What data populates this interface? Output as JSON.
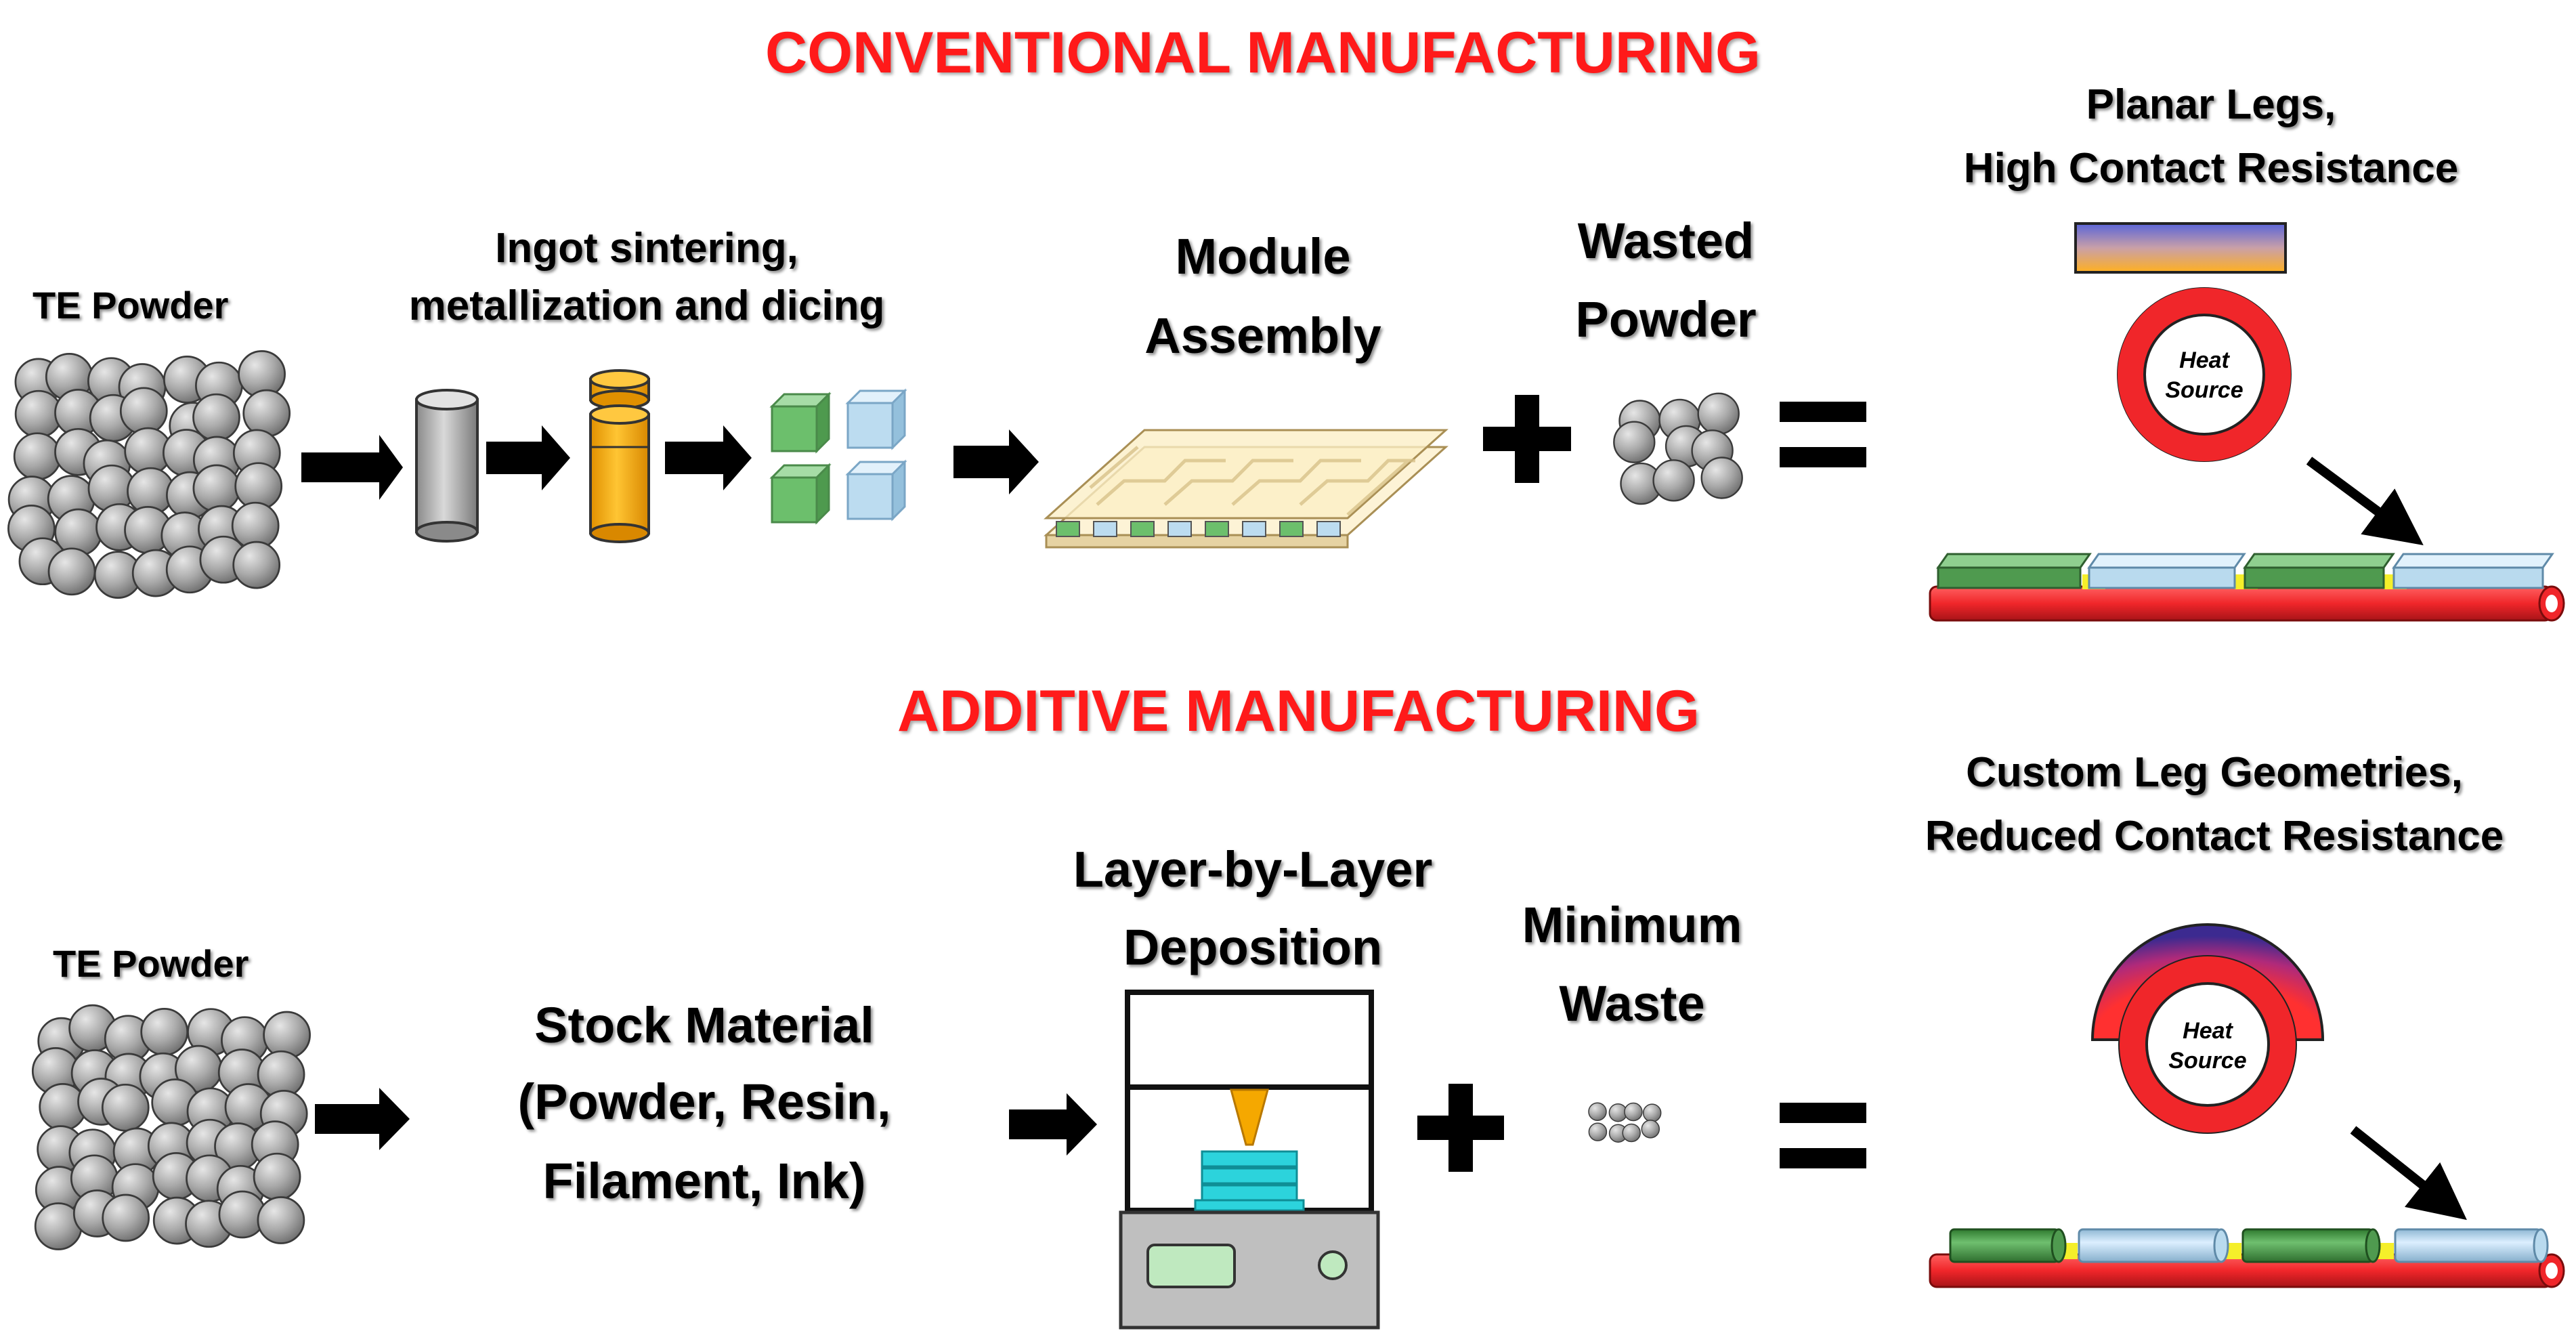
{
  "conventional": {
    "title": "CONVENTIONAL MANUFACTURING",
    "te_powder": "TE Powder",
    "ingot_line1": "Ingot sintering,",
    "ingot_line2": "metallization and dicing",
    "module_line1": "Module",
    "module_line2": "Assembly",
    "wasted_line1": "Wasted",
    "wasted_line2": "Powder",
    "result_line1": "Planar Legs,",
    "result_line2": "High Contact Resistance",
    "heat_line1": "Heat",
    "heat_line2": "Source"
  },
  "additive": {
    "title": "ADDITIVE MANUFACTURING",
    "te_powder": "TE Powder",
    "stock_line1": "Stock Material",
    "stock_line2": "(Powder, Resin,",
    "stock_line3": "Filament, Ink)",
    "layer_line1": "Layer-by-Layer",
    "layer_line2": "Deposition",
    "waste_line1": "Minimum",
    "waste_line2": "Waste",
    "result_line1": "Custom Leg Geometries,",
    "result_line2": "Reduced Contact Resistance",
    "heat_line1": "Heat",
    "heat_line2": "Source"
  },
  "colors": {
    "title_red": "#ff1a1a",
    "sphere_gray": "#9a9a9a",
    "p_leg_green": "#5fa85f",
    "n_leg_blue": "#b9daee",
    "pipe_red": "#f0262a",
    "ingot_orange": "#f5a800",
    "deposit_cyan": "#2cd3dc",
    "contact_yellow": "#f5ef2a"
  }
}
